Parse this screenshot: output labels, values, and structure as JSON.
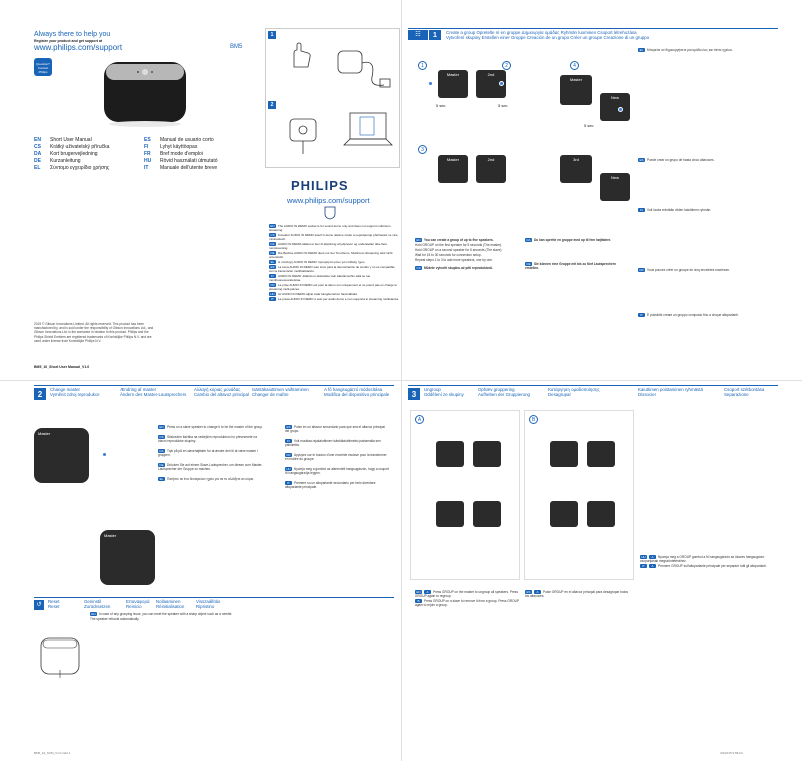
{
  "cover": {
    "tagline": "Always there to help you",
    "register_text": "Register your product and get support at",
    "url": "www.philips.com/support",
    "model": "BM5",
    "badge_text": "Question? Contact Philips",
    "languages": [
      {
        "code": "EN",
        "name": "Short User Manual"
      },
      {
        "code": "CS",
        "name": "Krátký uživatelský příručka"
      },
      {
        "code": "DA",
        "name": "Kort brugervejledning"
      },
      {
        "code": "DE",
        "name": "Kurzanleitung"
      },
      {
        "code": "EL",
        "name": "Σύντομο εγχειρίδιο χρήσης"
      },
      {
        "code": "ES",
        "name": "Manual de usuario corto"
      },
      {
        "code": "FI",
        "name": "Lyhyt käyttöopas"
      },
      {
        "code": "FR",
        "name": "Bref mode d'emploi"
      },
      {
        "code": "HU",
        "name": "Rövid használati útmutató"
      },
      {
        "code": "IT",
        "name": "Manuale dell'utente breve"
      }
    ],
    "legal": "2015 © Gibson Innovations Limited. All rights reserved. This product has been manufactured by, and is sold under the responsibility of Gibson Innovations Ltd., and Gibson Innovations Ltd. is the warrantor in relation to this product. Philips and the Philips Shield Emblem are registered trademarks of Koninklijke Philips N.V. and are used under license from Koninklijke Philips N.V.",
    "doc_id": "BM5_10_Short User Manual_V1.0",
    "footer_left": "BM5_10_SUM_V1.0.indd 1",
    "footer_right": "3/4/2015 9:58:24"
  },
  "setup": {
    "brand": "PHILIPS",
    "url": "www.philips.com/support",
    "steps": [
      "1",
      "2"
    ],
    "audio_in": [
      {
        "code": "EN",
        "text": "The AUDIO IN DEMO socket is for sound demo only and does not support multiroom streaming."
      },
      {
        "code": "CS",
        "text": "Konektor AUDIO IN DEMO slouží k demo ukázce zvuku a nepodporuje přehrávání ve více místnostech."
      },
      {
        "code": "DA",
        "text": "AUDIO IN DEMO-stikket er kun til afspilning af lydprøver og understøtter ikke flere rumstreaming."
      },
      {
        "code": "DE",
        "text": "Die Buchse AUDIO IN DEMO dient nur der Ton-Demo. Multiroom-Streaming wird nicht unterstützt."
      },
      {
        "code": "EL",
        "text": "Η υποδοχή AUDIO IN DEMO προορίζεται μόνο για επίδειξη ήχου."
      },
      {
        "code": "ES",
        "text": "La toma AUDIO IN DEMO solo sirve para la demostración de sonido y no es compatible con la transmisión multihabitación."
      },
      {
        "code": "FI",
        "text": "AUDIO IN DEMO -liitäntä on tarkoitettu vain äänidemoihin eikä se tue monihuonesuoratoistoa."
      },
      {
        "code": "FR",
        "text": "La prise AUDIO IN DEMO est pour la démo son uniquement et ne prend pas en charge le streaming multi-pièces."
      },
      {
        "code": "HU",
        "text": "Az AUDIO IN DEMO aljzat csak hangdemóhoz használható."
      },
      {
        "code": "IT",
        "text": "La presa AUDIO IN DEMO è solo per audio demo e non supporta lo streaming multistanza."
      }
    ]
  },
  "section1": {
    "number": "1",
    "title_line1": "Create a group Opretelte ní en gruppe Δημιουργία ομάδας Ryhmän luominen Csoport létrehozása",
    "title_line2": "Vytvoření skupiny   Erstellen einer Gruppe   Creación de un grupo   Créer un groupe   Creazione di un gruppo",
    "labels": {
      "master": "Master",
      "2nd": "2nd",
      "3rd": "3rd",
      "new": "New",
      "group": "GROUP",
      "sec": "5 sec"
    },
    "en_title": "You can create a group of up to five speakers.",
    "en_steps": [
      "Hold GROUP on the first speaker for 5 seconds (The master).",
      "Hold GROUP on a second speaker for 5 seconds (The slave).",
      "Wait for 15 to 30 seconds for connection setup.",
      "Repeat steps 1 to 3 to add more speakers, one by one."
    ],
    "cs_title": "Můžete vytvořit skupinu až pěti reproduktorů.",
    "da_title": "Du kan oprette en gruppe med op til fem højttalere.",
    "de_title": "Sie können eine Gruppe mit bis zu fünf Lautsprechern erstellen."
  },
  "section2": {
    "number": "2",
    "titles": [
      "Change master",
      "Vyměnit zdroj reprodukce",
      "Ændring af master",
      "Ändern des Master-Lautsprechers",
      "Αλλαγή κύριας μονάδας",
      "Cambio del altavoz principal",
      "Isäntäkaiuttimen vaihtaminen",
      "Changer de maître",
      "A fő hangsugárzó módosítása",
      "Modifica del dispositivo principale"
    ],
    "master_label": "Master",
    "instructions": [
      {
        "code": "EN",
        "text": "Press on a slave speaker to change it to be the master of the group."
      },
      {
        "code": "CS",
        "text": "Stisknutím tlačítka na vedlejším reproduktoru ho převezmete na hlavní reproduktor skupiny."
      },
      {
        "code": "DA",
        "text": "Tryk på på en slavehøjttaler for at ændre den til at være master i gruppen."
      },
      {
        "code": "DE",
        "text": "Drücken Sie auf einem Slave-Lautsprecher, um diesen zum Master-Lautsprecher der Gruppe zu machen."
      },
      {
        "code": "EL",
        "text": "Πατήστε σε ένα δευτερεύον ηχείο για να το αλλάξετε σε κύριο."
      },
      {
        "code": "ES",
        "text": "Pulse en un altavoz secundario para que sea el altavoz principal del grupo."
      },
      {
        "code": "FI",
        "text": "Voit muuttaa orjakaiuttimen isäntäkaiuttimeksi painamalla sen painiketta."
      },
      {
        "code": "FR",
        "text": "Appuyez sur le bouton d'une enceinte esclave pour la transformer en maître du groupe."
      },
      {
        "code": "HU",
        "text": "Nyomja meg a gombot az alárendelt hangsugárzón, hogy a csoport fő hangsugárzója legyen."
      },
      {
        "code": "IT",
        "text": "Premere su un altoparlante secondario per farlo diventare altoparlante principale."
      }
    ],
    "reset_titles": [
      "Reset",
      "Reset",
      "Geninstil",
      "Zurücksetzen",
      "Επαναφορά",
      "Reinicio",
      "Nollaaminen",
      "Réinitialisation",
      "Visszaállítás",
      "Ripristino"
    ],
    "reset_en": "In case of any grouping issue, you can reset the speaker with a sharp object such as a needle.",
    "reset_note": "The speaker reboots automatically."
  },
  "section3": {
    "number": "3",
    "titles": [
      "Ungroup",
      "Oddělení ze skupiny",
      "Ophæv gruppering",
      "Aufheben der Gruppierung",
      "Κατάργηση ομαδοποίησης",
      "Desagrupar",
      "Kaiuttimen poistaminen ryhmästä",
      "Dissocier",
      "Csoport szétbontása",
      "Separazione"
    ],
    "panels": [
      "A",
      "B"
    ],
    "en_a": "Press GROUP on the master to ungroup all speakers. Press GROUP again to regroup.",
    "en_b": "Press GROUP on a slave to remove it from a group. Press GROUP again to rejoin a group."
  }
}
